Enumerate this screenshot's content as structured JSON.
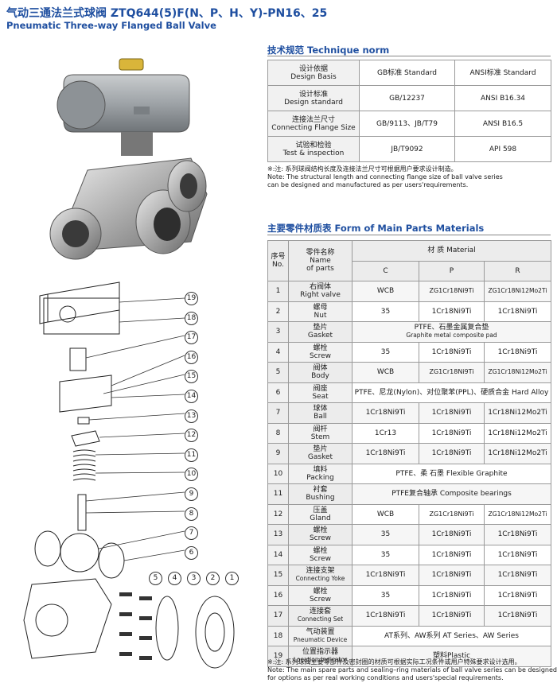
{
  "header": {
    "title_cn": "气动三通法兰式球阀 ZTQ644(5)F(N、P、H、Y)-PN16、25",
    "title_en": "Pneumatic Three-way Flanged Ball Valve"
  },
  "technique": {
    "title": "技术规范  Technique norm",
    "rows": [
      {
        "label_cn": "设计依据",
        "label_en": "Design Basis",
        "c1": "GB标准 Standard",
        "c2": "ANSI标准 Standard"
      },
      {
        "label_cn": "设计标准",
        "label_en": "Design standard",
        "c1": "GB/12237",
        "c2": "ANSI B16.34"
      },
      {
        "label_cn": "连接法兰尺寸",
        "label_en": "Connecting Flange Size",
        "c1": "GB/9113、JB/T79",
        "c2": "ANSI B16.5"
      },
      {
        "label_cn": "试验和检验",
        "label_en": "Test & inspection",
        "c1": "JB/T9092",
        "c2": "API 598"
      }
    ],
    "note_line1": "※:注:  系列球阀结构长度及连接法兰尺寸可根据用户要求设计制造。",
    "note_line2": "Note:  The structural length and connecting flange size of ball valve series",
    "note_line3": "can be designed and manufactured as per users'requirements."
  },
  "parts": {
    "title": "主要零件材质表  Form of Main Parts Materials",
    "header": {
      "no_cn": "序号",
      "no_en": "No.",
      "name_cn": "零件名称",
      "name_en1": "Name",
      "name_en2": "of parts",
      "material": "材 质 Material",
      "col_c": "C",
      "col_p": "P",
      "col_r": "R"
    },
    "rows": [
      {
        "no": "1",
        "cn": "右阀体",
        "en": "Right valve",
        "c": "WCB",
        "p": "ZG1Cr18Ni9Ti",
        "r": "ZG1Cr18Ni12Mo2Ti"
      },
      {
        "no": "2",
        "cn": "螺母",
        "en": "Nut",
        "c": "35",
        "p": "1Cr18Ni9Ti",
        "r": "1Cr18Ni9Ti"
      },
      {
        "no": "3",
        "cn": "垫片",
        "en": "Gasket",
        "merged_line1": "PTFE、石墨金属复合垫",
        "merged_line2": "Graphite metal composite pad"
      },
      {
        "no": "4",
        "cn": "螺栓",
        "en": "Screw",
        "c": "35",
        "p": "1Cr18Ni9Ti",
        "r": "1Cr18Ni9Ti"
      },
      {
        "no": "5",
        "cn": "阀体",
        "en": "Body",
        "c": "WCB",
        "p": "ZG1Cr18Ni9Ti",
        "r": "ZG1Cr18Ni12Mo2Ti"
      },
      {
        "no": "6",
        "cn": "阀座",
        "en": "Seat",
        "merged": "PTFE、尼龙(Nylon)、对位聚苯(PPL)、硬质合金 Hard Alloy"
      },
      {
        "no": "7",
        "cn": "球体",
        "en": "Ball",
        "c": "1Cr18Ni9Ti",
        "p": "1Cr18Ni9Ti",
        "r": "1Cr18Ni12Mo2Ti"
      },
      {
        "no": "8",
        "cn": "阀杆",
        "en": "Stem",
        "c": "1Cr13",
        "p": "1Cr18Ni9Ti",
        "r": "1Cr18Ni12Mo2Ti"
      },
      {
        "no": "9",
        "cn": "垫片",
        "en": "Gasket",
        "c": "1Cr18Ni9Ti",
        "p": "1Cr18Ni9Ti",
        "r": "1Cr18Ni12Mo2Ti"
      },
      {
        "no": "10",
        "cn": "填料",
        "en": "Packing",
        "merged": "PTFE、柔   石墨 Flexible Graphite"
      },
      {
        "no": "11",
        "cn": "衬套",
        "en": "Bushing",
        "merged": "PTFE复合轴承 Composite bearings"
      },
      {
        "no": "12",
        "cn": "压盖",
        "en": "Gland",
        "c": "WCB",
        "p": "ZG1Cr18Ni9Ti",
        "r": "ZG1Cr18Ni12Mo2Ti"
      },
      {
        "no": "13",
        "cn": "螺栓",
        "en": "Screw",
        "c": "35",
        "p": "1Cr18Ni9Ti",
        "r": "1Cr18Ni9Ti"
      },
      {
        "no": "14",
        "cn": "螺栓",
        "en": "Screw",
        "c": "35",
        "p": "1Cr18Ni9Ti",
        "r": "1Cr18Ni9Ti"
      },
      {
        "no": "15",
        "cn": "连接支架",
        "en": "Connecting Yoke",
        "c": "1Cr18Ni9Ti",
        "p": "1Cr18Ni9Ti",
        "r": "1Cr18Ni9Ti"
      },
      {
        "no": "16",
        "cn": "螺栓",
        "en": "Screw",
        "c": "35",
        "p": "1Cr18Ni9Ti",
        "r": "1Cr18Ni9Ti"
      },
      {
        "no": "17",
        "cn": "连接套",
        "en": "Connecting Set",
        "c": "1Cr18Ni9Ti",
        "p": "1Cr18Ni9Ti",
        "r": "1Cr18Ni9Ti"
      },
      {
        "no": "18",
        "cn": "气动装置",
        "en": "Pneumatic Device",
        "merged": "AT系列、AW系列 AT Series、AW Series"
      },
      {
        "no": "19",
        "cn": "位置指示器",
        "en": "Location Indicator",
        "merged": "塑料Plastic"
      }
    ],
    "note_line1": "※:注:  系列球阀主要零部件及密封圈的材质可根据实际工况条件或用户特殊要求设计选用。",
    "note_line2": "Note:  The main spare parts and sealing–ring materials of ball valve series can be designed",
    "note_line3": "for options as per real working conditions and users'special requirements."
  },
  "diagram": {
    "callouts_right": [
      "19",
      "18",
      "17",
      "16",
      "15",
      "14",
      "13",
      "12",
      "11",
      "10",
      "9",
      "8",
      "7",
      "6"
    ],
    "callouts_bottom": [
      "5",
      "4",
      "3",
      "2",
      "1"
    ]
  }
}
